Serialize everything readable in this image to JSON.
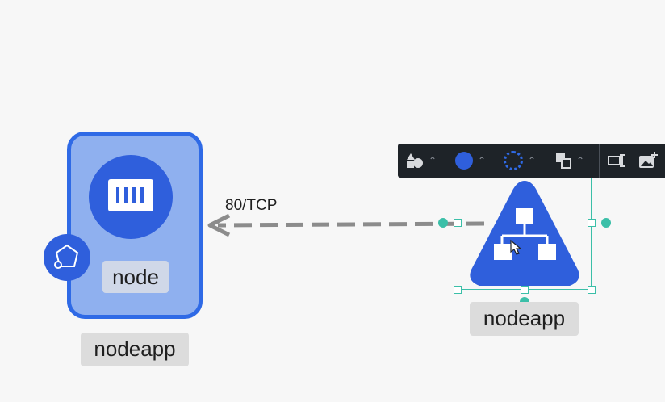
{
  "left_node": {
    "inner_label": "node",
    "outer_label": "nodeapp"
  },
  "edge": {
    "label": "80/TCP"
  },
  "right_node": {
    "label": "nodeapp"
  },
  "toolbar": {
    "items": [
      "shape-icon",
      "fill-color-icon",
      "border-color-icon",
      "arrange-icon",
      "text-field-icon",
      "add-image-icon"
    ],
    "fill_color": "#2f5fdc"
  },
  "colors": {
    "primary_blue": "#2f6ae6",
    "light_blue": "#8fb0ef",
    "selection": "#3bbfa8"
  }
}
